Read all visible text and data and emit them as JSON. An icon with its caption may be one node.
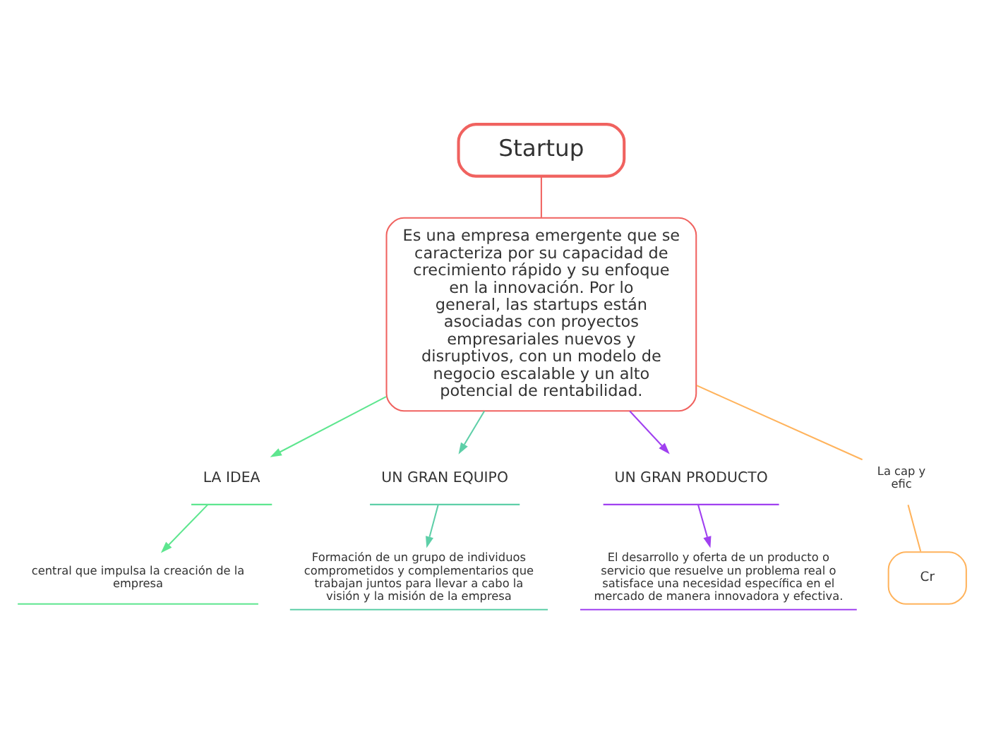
{
  "diagram": {
    "nodes": [
      {
        "text": [
          "Startup"
        ]
      },
      {
        "text": [
          "Es una empresa emergente que se caracteriza por su capacidad de crecimiento rápido y su enfoque en la innovación. Por lo general, las startups están asociadas con proyectos empresariales nuevos y disruptivos, con un modelo de negocio escalable y un alto potencial de rentabilidad."
        ]
      },
      {
        "text": [
          "LA IDEA"
        ]
      },
      {
        "text": [
          "central que impulsa la creación de la empresa"
        ]
      },
      {
        "text": [
          "UN GRAN EQUIPO"
        ]
      },
      {
        "text": [
          "Formación de un grupo de individuos comprometidos y complementarios que trabajan juntos para llevar a cabo la visión y la misión de la empresa"
        ]
      },
      {
        "text": [
          "UN GRAN PRODUCTO"
        ]
      },
      {
        "text": [
          "El desarrollo y oferta de un producto o servicio que resuelve un problema real o satisface una necesidad específica en el mercado de manera innovadora y efectiva."
        ]
      },
      {
        "text": [
          "La cap y efic"
        ]
      },
      {
        "text": [
          "Cr"
        ]
      }
    ],
    "edges": [
      {
        "from": 0,
        "to": 1,
        "arrow": "none",
        "color": "#f0625f"
      },
      {
        "from": 1,
        "to": 2,
        "arrow": "to",
        "color": "#5ee68f"
      },
      {
        "from": 2,
        "to": 3,
        "arrow": "to",
        "color": "#5ee68f"
      },
      {
        "from": 1,
        "to": 4,
        "arrow": "to",
        "color": "#5ecfa8"
      },
      {
        "from": 4,
        "to": 5,
        "arrow": "to",
        "color": "#5ecfa8"
      },
      {
        "from": 1,
        "to": 6,
        "arrow": "to",
        "color": "#a040f0"
      },
      {
        "from": 6,
        "to": 7,
        "arrow": "to",
        "color": "#a040f0"
      },
      {
        "from": 1,
        "to": 8,
        "arrow": "none",
        "color": "#ffb35c"
      },
      {
        "from": 8,
        "to": 9,
        "arrow": "none",
        "color": "#ffb35c"
      }
    ]
  }
}
